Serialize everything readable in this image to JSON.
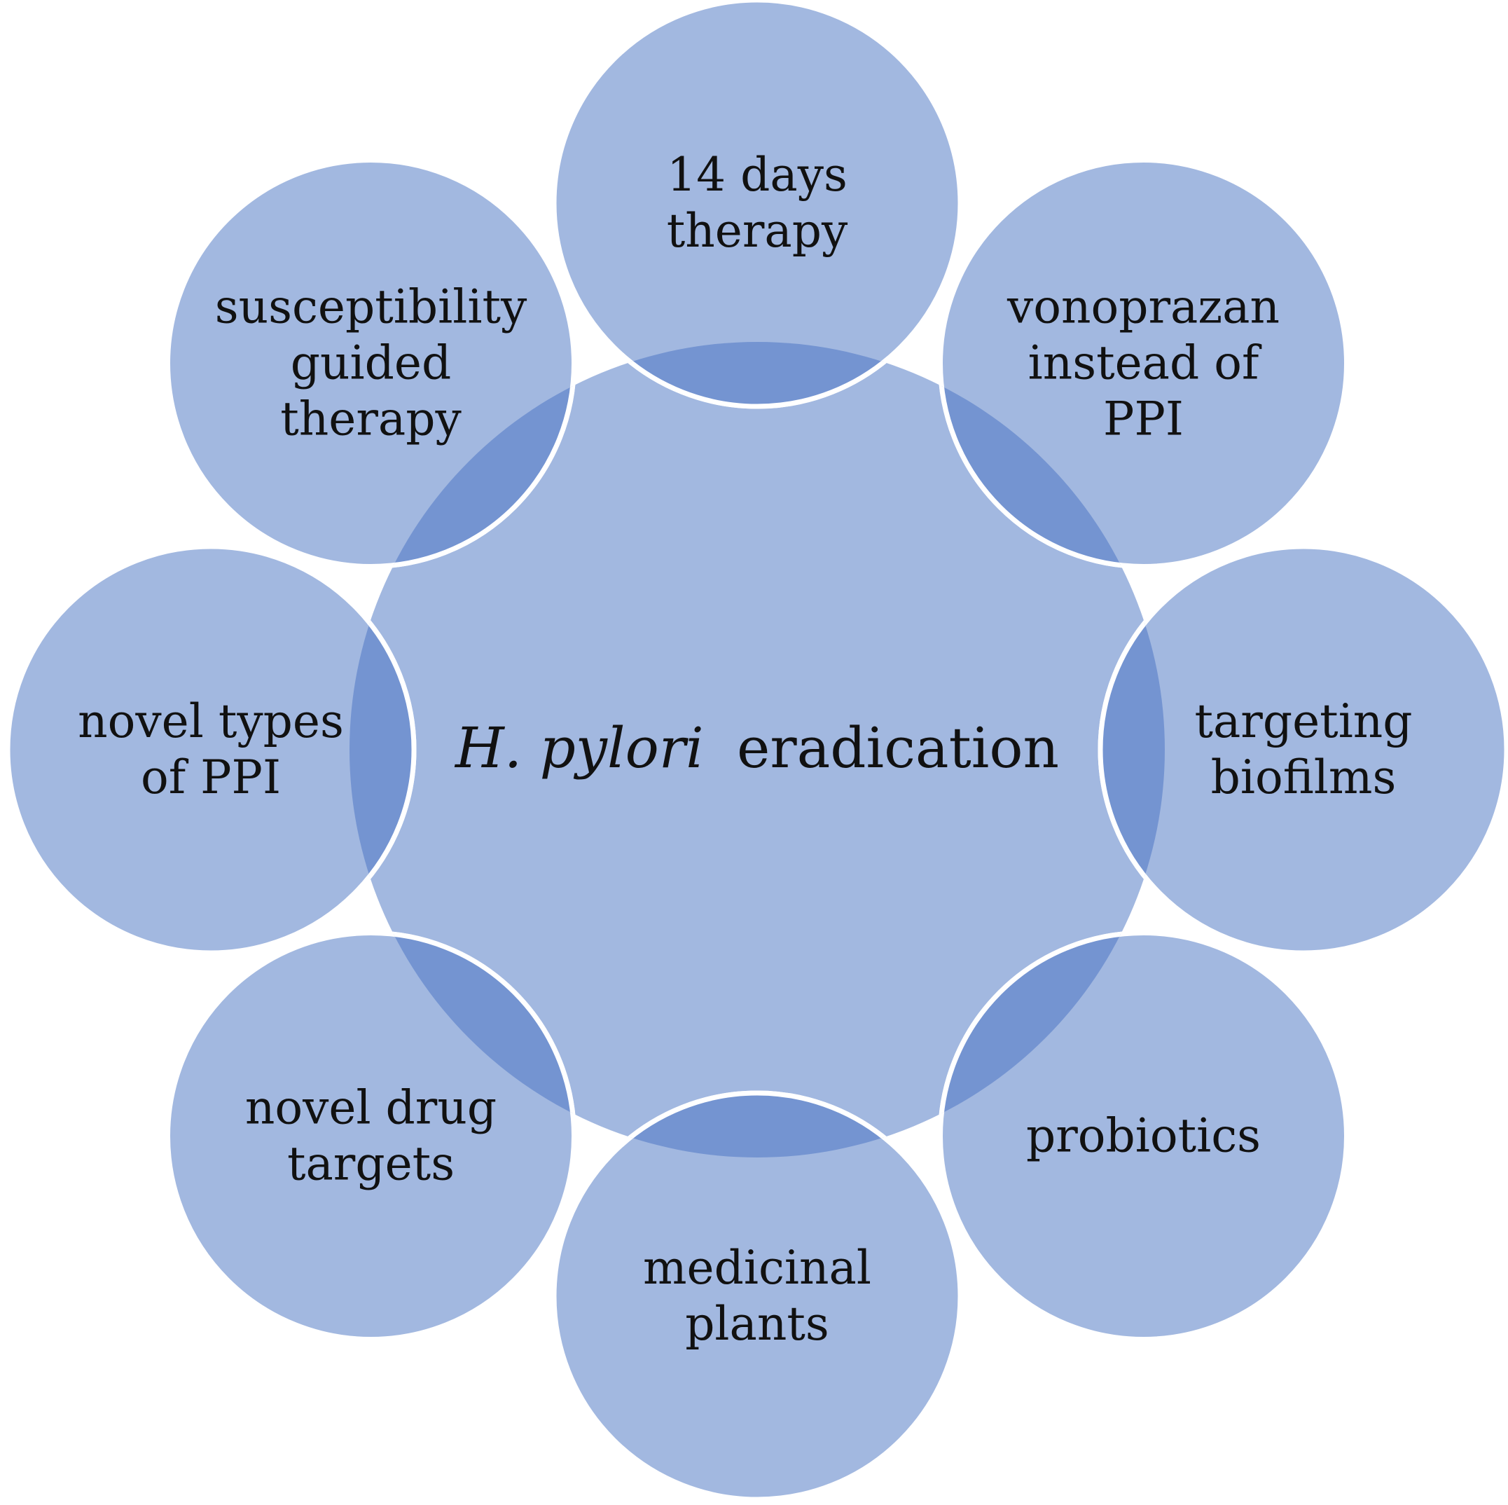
{
  "colors": {
    "fill": "#a2b8e0",
    "overlap": "#7494d1",
    "stroke": "#ffffff",
    "text": "#111111"
  },
  "center": {
    "italic": "H. pylori",
    "rest": "eradication"
  },
  "nodes": [
    {
      "lines": [
        "14 days",
        "therapy"
      ]
    },
    {
      "lines": [
        "vonoprazan",
        "instead of",
        "PPI"
      ]
    },
    {
      "lines": [
        "targeting",
        "biofilms"
      ]
    },
    {
      "lines": [
        "probiotics"
      ]
    },
    {
      "lines": [
        "medicinal",
        "plants"
      ]
    },
    {
      "lines": [
        "novel drug",
        "targets"
      ]
    },
    {
      "lines": [
        "novel types",
        "of PPI"
      ]
    },
    {
      "lines": [
        "susceptibility",
        "guided",
        "therapy"
      ]
    }
  ]
}
